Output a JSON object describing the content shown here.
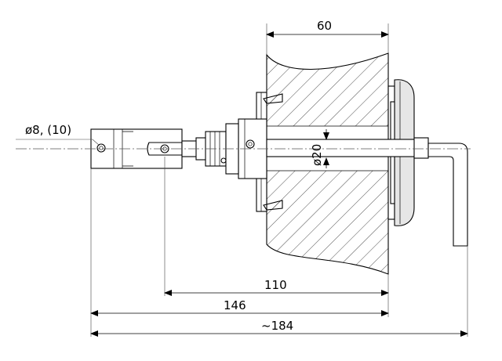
{
  "labels": {
    "wall_thickness": "60",
    "shaft_diameter": "ø20",
    "pin_hole": "ø8, (10)",
    "dim_110": "110",
    "dim_146": "146",
    "dim_184": "~184"
  }
}
